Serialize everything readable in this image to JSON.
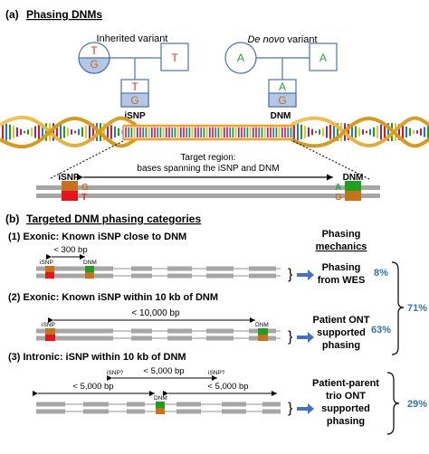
{
  "panel_a": {
    "label": "(a)",
    "title": "Phasing DNMs",
    "inherited_title": "Inherited variant",
    "denovo_title_italic": "De novo",
    "denovo_title_rest": " variant",
    "mother_top": "T",
    "mother_bottom": "G",
    "father_inh": "T",
    "child_inh_top": "T",
    "child_inh_bottom": "G",
    "mother_dn": "A",
    "father_dn": "A",
    "child_dn_top": "A",
    "child_dn_bottom": "G",
    "isnp_label": "iSNP",
    "dnm_label": "DNM",
    "target_line1": "Target region:",
    "target_line2": "bases spanning the iSNP and DNM",
    "zoom_isnp_label": "iSNP",
    "zoom_dnm_label": "DNM",
    "zoom_isnp_top": "G",
    "zoom_isnp_bottom": "T",
    "zoom_dnm_top": "A",
    "zoom_dnm_bottom": "G"
  },
  "panel_b": {
    "label": "(b)",
    "title": "Targeted DNM phasing categories",
    "mechanics_header1": "Phasing",
    "mechanics_header2": "mechanics",
    "cat1": {
      "title": "(1) Exonic: Known iSNP close to DNM",
      "distance": "< 300 bp",
      "isnp": "iSNP",
      "dnm": "DNM",
      "mech1": "Phasing",
      "mech2": "from WES",
      "pct": "8%"
    },
    "cat2": {
      "title": "(2) Exonic: Known iSNP within 10 kb of DNM",
      "distance": "< 10,000 bp",
      "isnp": "iSNP",
      "dnm": "DNM",
      "mech1": "Patient ONT",
      "mech2": "supported",
      "mech3": "phasing",
      "pct": "63%"
    },
    "combined_pct": "71%",
    "cat3": {
      "title": "(3) Intronic: iSNP within 10 kb of DNM",
      "isnp_q_left": "iSNP?",
      "isnp_q_right": "iSNP?",
      "distance_top": "< 5,000 bp",
      "distance_left": "< 5,000 bp",
      "distance_right": "< 5,000 bp",
      "dnm": "DNM",
      "mech1": "Patient-parent",
      "mech2": "trio ONT",
      "mech3": "supported",
      "mech4": "phasing",
      "pct": "29%"
    }
  },
  "colors": {
    "red_text": "#e0301e",
    "green_text": "#22a83a",
    "orange": "#c8701a",
    "red_box": "#e8141c",
    "green_box": "#1ea01e",
    "blue_fill": "#b4c7e7",
    "blue_stroke": "#4a72b8",
    "accent_blue": "#2e75b6",
    "gray_strand": "#a6a6a6"
  }
}
